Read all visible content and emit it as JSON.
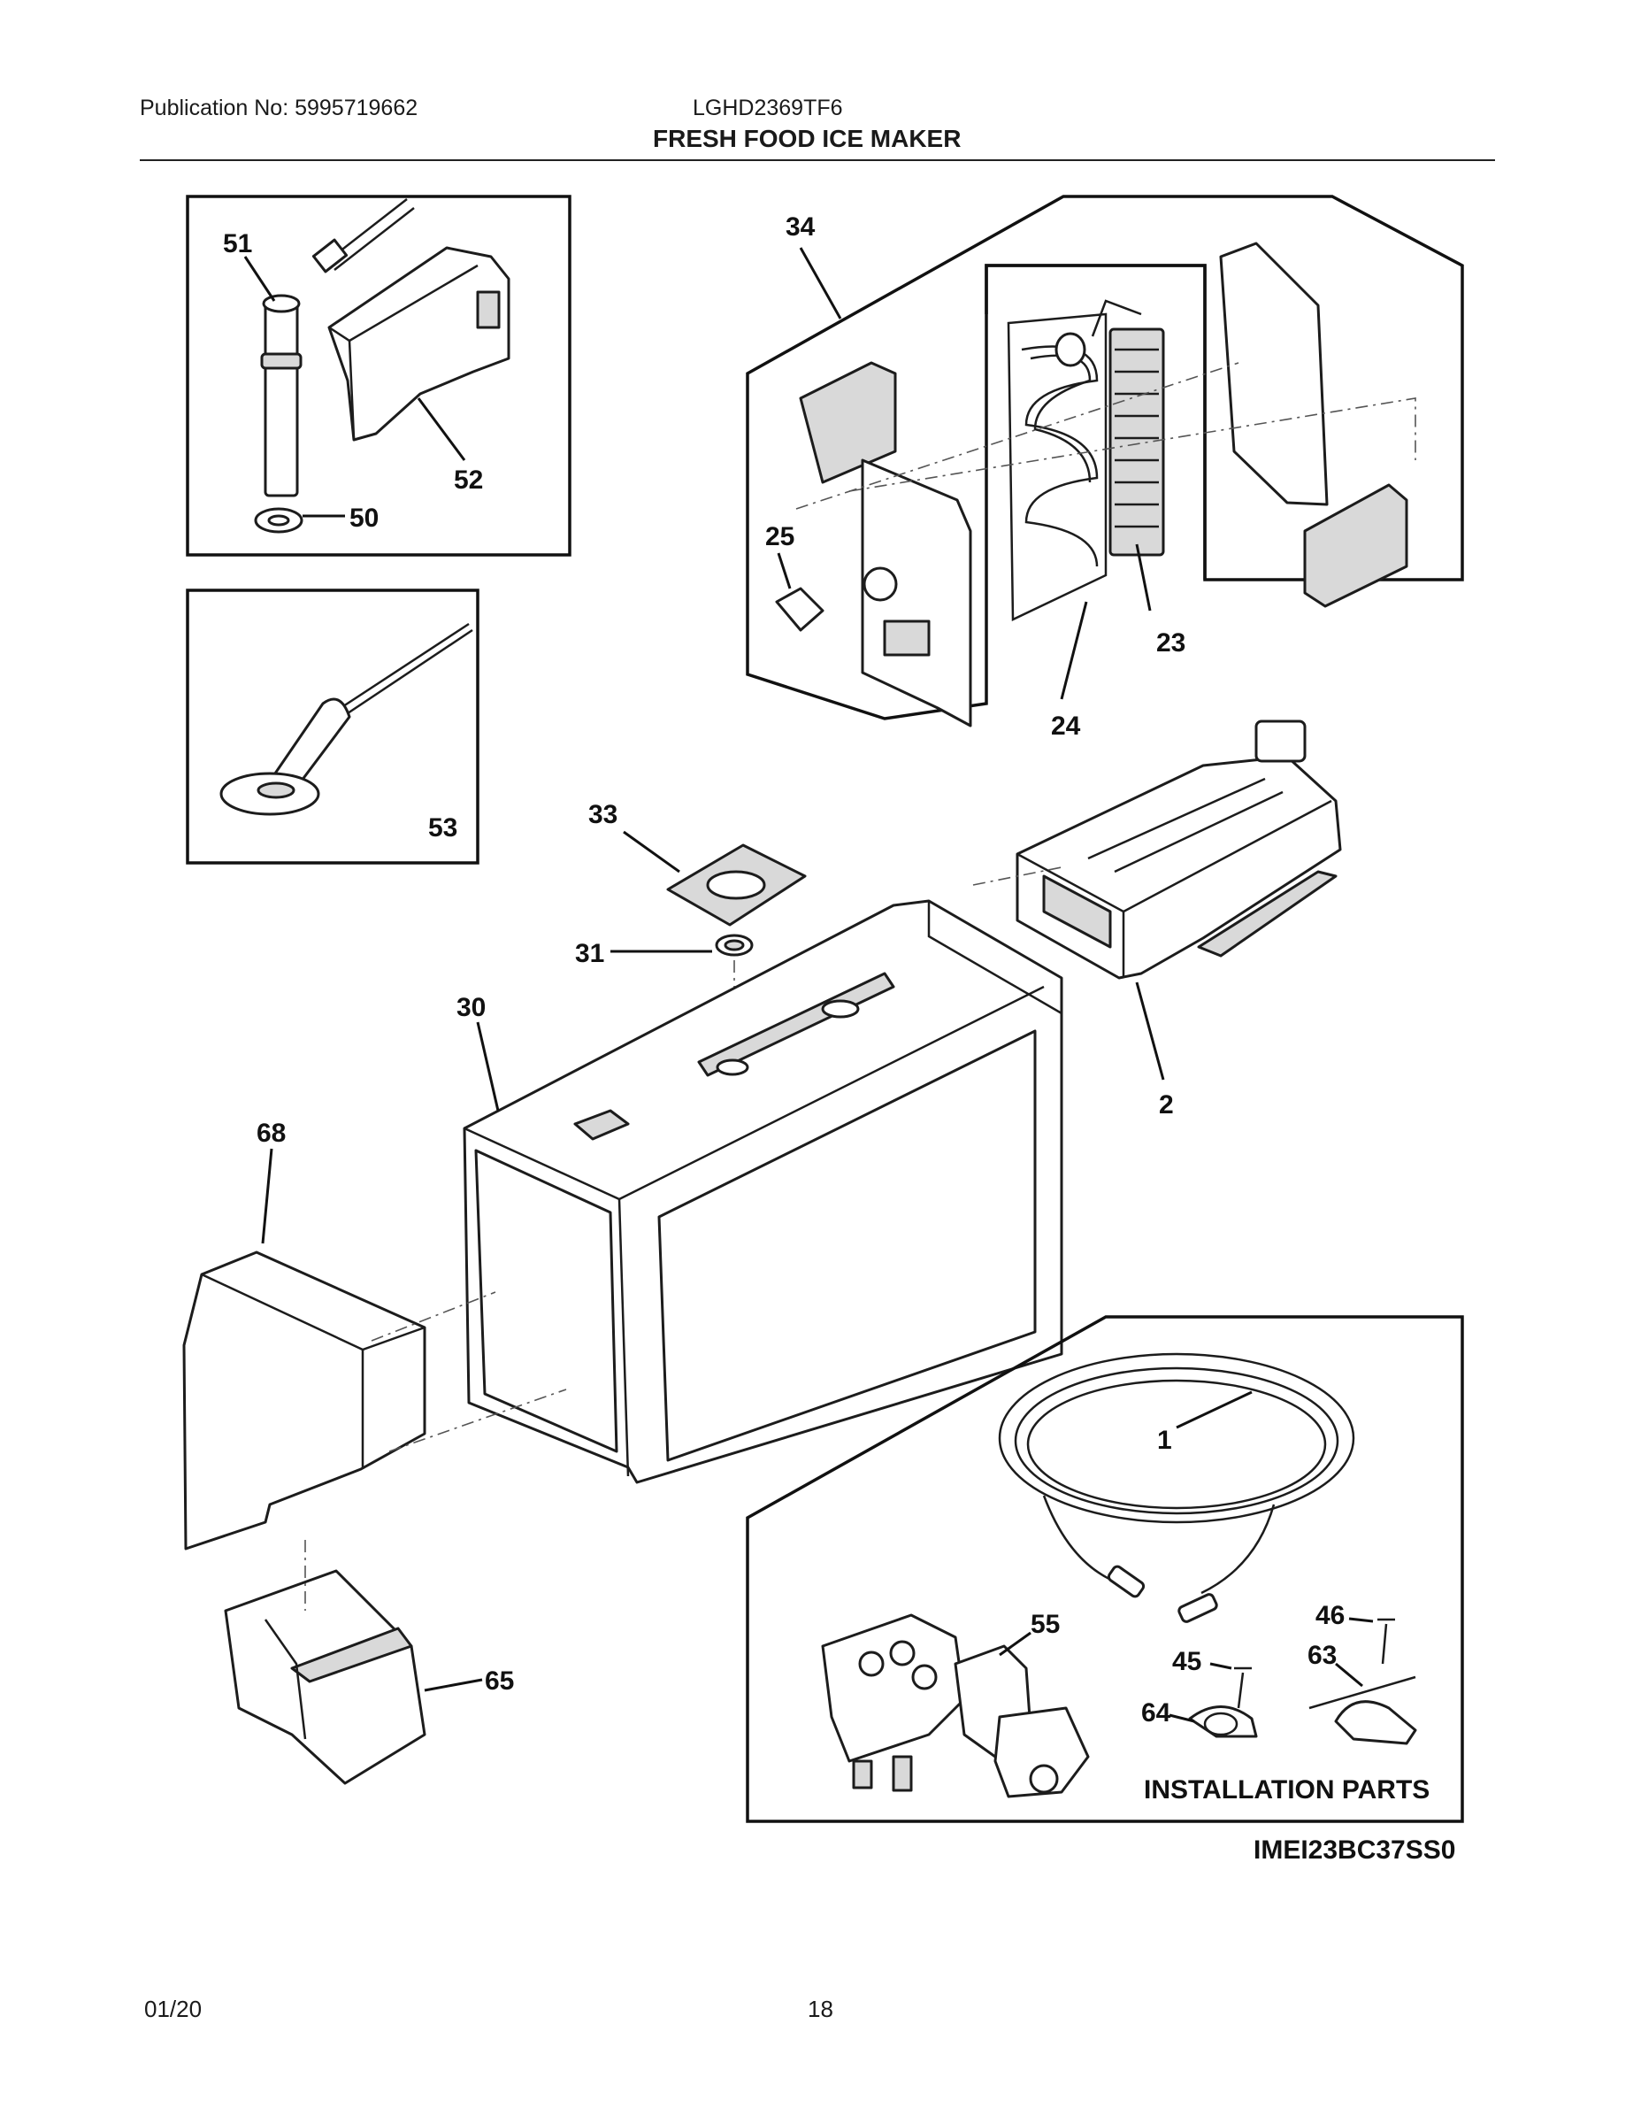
{
  "header": {
    "publication": "Publication No: 5995719662",
    "model": "LGHD2369TF6",
    "title": "FRESH FOOD ICE MAKER"
  },
  "footer": {
    "date": "01/20",
    "page": "18"
  },
  "diagram": {
    "callouts": {
      "p51": "51",
      "p52": "52",
      "p50": "50",
      "p53": "53",
      "p34": "34",
      "p25": "25",
      "p23": "23",
      "p24": "24",
      "p33": "33",
      "p31": "31",
      "p30": "30",
      "p2": "2",
      "p68": "68",
      "p1": "1",
      "p65": "65",
      "p55": "55",
      "p46": "46",
      "p45": "45",
      "p63": "63",
      "p64": "64"
    },
    "installation_title": "INSTALLATION PARTS",
    "drawing_code": "IMEI23BC37SS0"
  }
}
